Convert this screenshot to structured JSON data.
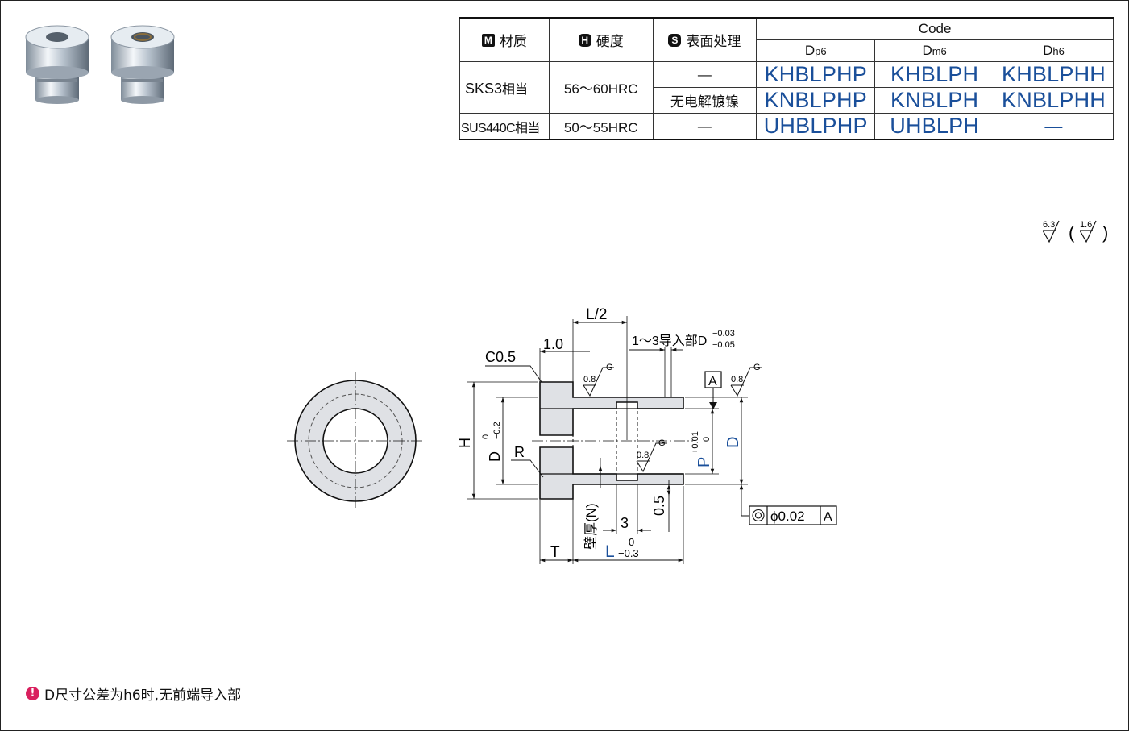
{
  "table": {
    "headers": {
      "material": {
        "badge": "M",
        "label": "材质"
      },
      "hardness": {
        "badge": "H",
        "label": "硬度"
      },
      "surface": {
        "badge": "S",
        "label": "表面处理"
      },
      "code": "Code",
      "code_cols": [
        {
          "main": "D",
          "sub": "p6"
        },
        {
          "main": "D",
          "sub": "m6"
        },
        {
          "main": "D",
          "sub": "h6"
        }
      ]
    },
    "rows": [
      {
        "material_bold": "SKS3",
        "material_suffix": "相当",
        "hardness": "56～60HRC",
        "surface": "—",
        "codes": [
          "KHBLPHP",
          "KHBLPH",
          "KHBLPHH"
        ]
      },
      {
        "material_bold": "",
        "material_suffix": "",
        "hardness": "",
        "surface": "无电解镀镍",
        "codes": [
          "KNBLPHP",
          "KNBLPH",
          "KNBLPHH"
        ]
      },
      {
        "material_bold": "SUS440C",
        "material_suffix": "相当",
        "hardness": "50～55HRC",
        "surface": "—",
        "codes": [
          "UHBLPHP",
          "UHBLPH",
          "—"
        ]
      }
    ]
  },
  "drawing": {
    "roughness_main": "6.3",
    "roughness_paren": "1.6",
    "dims": {
      "L_half": "L/2",
      "one": "1.0",
      "c05": "C0.5",
      "lead_in": "1～3导入部D",
      "lead_up": "−0.03",
      "lead_lo": "−0.05",
      "rough_08": "0.8",
      "rough_g": "G",
      "datum": "A",
      "H": "H",
      "D_minus": "D",
      "D_minus_up": "0",
      "D_minus_lo": "−0.2",
      "R": "R",
      "P": "P",
      "P_up": "+0.01",
      "P_lo": "0",
      "D": "D",
      "half_mm": "0.5",
      "wall": "壁厚(N)",
      "three": "3",
      "L": "L",
      "L_up": "0",
      "L_lo": "−0.3",
      "T": "T",
      "tol_value": "ϕ0.02",
      "tol_datum": "A"
    }
  },
  "note": {
    "icon": "!",
    "text": "D尺寸公差为h6时,无前端导入部"
  },
  "colors": {
    "code_blue": "#1a4f9a",
    "warn": "#d9205e"
  }
}
